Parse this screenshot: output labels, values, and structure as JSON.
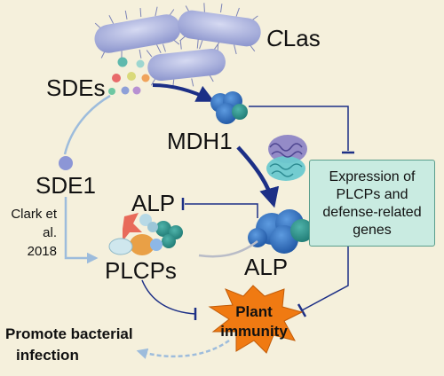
{
  "labels": {
    "clas_prefix": "C",
    "clas_rest": "Las",
    "sdes": "SDEs",
    "mdh1": "MDH1",
    "sde1": "SDE1",
    "alp_small": "ALP",
    "alp_large": "ALP",
    "plcps": "PLCPs",
    "citation_line1": "Clark et al.",
    "citation_line2": "2018",
    "expression_lines": [
      "Expression of",
      "PLCPs and",
      "defense-related",
      "genes"
    ],
    "plant_line1": "Plant",
    "plant_line2": "immunity",
    "promote_line1": "Promote bacterial",
    "promote_line2": "infection"
  },
  "colors": {
    "background": "#f5f0dc",
    "arrow_navy": "#1c2f86",
    "pathway_lightblue": "#9dbcdc",
    "bacteria": "#a9b1de",
    "protein_blue": "#2a6db5",
    "protein_teal": "#2d8e86",
    "expression_box": "#c9ebe1",
    "burst_orange": "#f07a12"
  }
}
